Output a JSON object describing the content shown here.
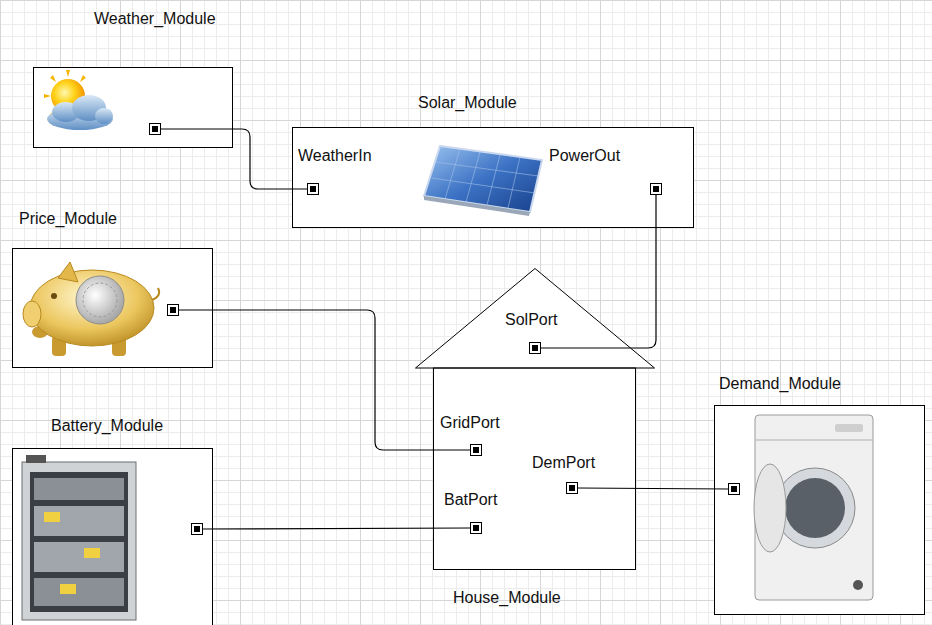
{
  "diagram": {
    "nodes": [
      {
        "text": [
          "Weather_Module"
        ]
      },
      {
        "text": [
          "Solar_Module",
          "WeatherIn",
          "PowerOut"
        ]
      },
      {
        "text": [
          "Price_Module"
        ]
      },
      {
        "text": [
          "SolPort",
          "GridPort",
          "DemPort",
          "BatPort",
          "House_Module"
        ]
      },
      {
        "text": [
          "Demand_Module"
        ]
      },
      {
        "text": [
          "Battery_Module"
        ]
      }
    ],
    "edges": [
      {
        "from": 0,
        "to": 1,
        "arrow": "none"
      },
      {
        "from": 1,
        "to": 3,
        "arrow": "none"
      },
      {
        "from": 2,
        "to": 3,
        "arrow": "none"
      },
      {
        "from": 3,
        "to": 4,
        "arrow": "none"
      },
      {
        "from": 5,
        "to": 3,
        "arrow": "none"
      }
    ]
  }
}
